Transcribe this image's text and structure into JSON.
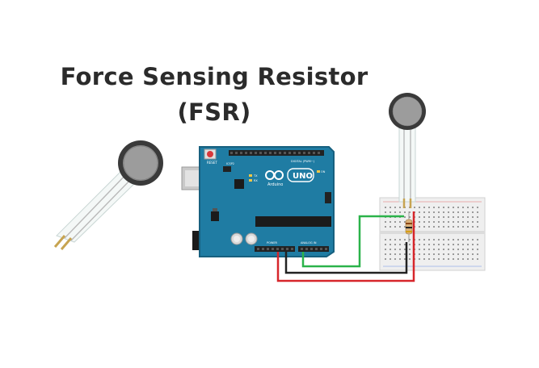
{
  "title": {
    "line1": "Force Sensing Resistor",
    "line2": "(FSR)"
  },
  "board": {
    "logo_text": "UNO",
    "brand": "Arduino",
    "reset_label": "RESET",
    "digital_label": "DIGITAL (PWM~)",
    "power_label": "POWER",
    "analog_label": "ANALOG IN",
    "on_label": "ON",
    "tx_label": "TX",
    "rx_label": "RX",
    "icsp_label": "ICSP2"
  },
  "colors": {
    "board": "#1f7ca3",
    "board_dark": "#17607f",
    "wire_green": "#2bb34a",
    "wire_red": "#d7262b",
    "wire_black": "#222222",
    "breadboard": "#efefef",
    "fsr_pad": "#3a3a3a"
  },
  "icons": [
    "fsr-sensor-icon",
    "arduino-uno-board",
    "breadboard",
    "resistor-icon"
  ]
}
